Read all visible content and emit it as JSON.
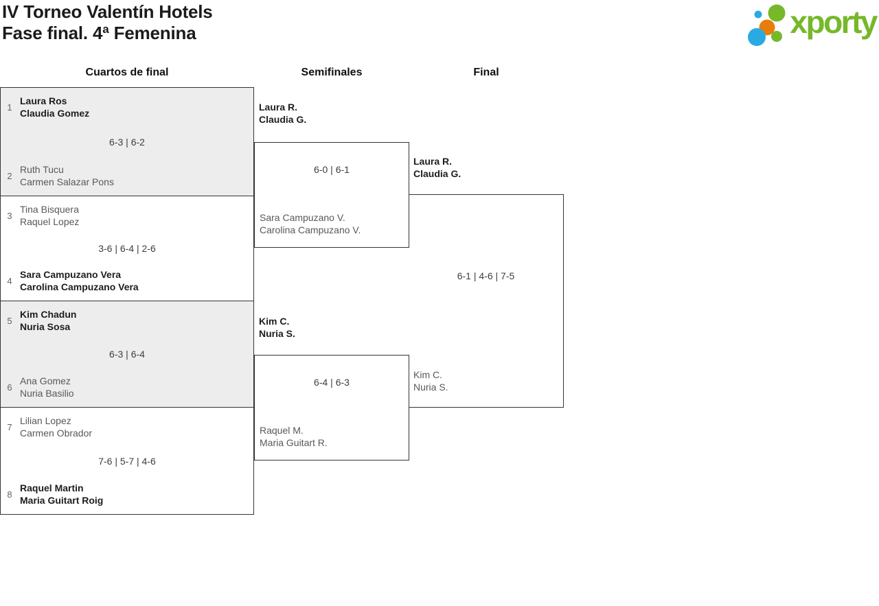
{
  "header": {
    "title_line1": "IV Torneo Valentín Hotels",
    "title_line2": "Fase final. 4ª Femenina",
    "logo_text": "xporty"
  },
  "colors": {
    "logo_green": "#76b82a",
    "logo_blue": "#29abe2",
    "logo_orange": "#e87d0d",
    "box_shaded_fill": "#ededed",
    "box_border": "#333333",
    "winner_text": "#1d1d1d",
    "loser_text": "#56585c"
  },
  "columns": [
    {
      "label": "Cuartos de final"
    },
    {
      "label": "Semifinales"
    },
    {
      "label": "Final"
    }
  ],
  "quarterfinals": [
    {
      "seed_top": "1",
      "top_line1": "Laura Ros",
      "top_line2": "Claudia Gomez",
      "top_is_winner": true,
      "score": "6-3 | 6-2",
      "seed_bottom": "2",
      "bottom_line1": "Ruth Tucu",
      "bottom_line2": "Carmen Salazar Pons",
      "bottom_is_winner": false
    },
    {
      "seed_top": "3",
      "top_line1": "Tina Bisquera",
      "top_line2": "Raquel Lopez",
      "top_is_winner": false,
      "score": "3-6 | 6-4 | 2-6",
      "seed_bottom": "4",
      "bottom_line1": "Sara Campuzano Vera",
      "bottom_line2": "Carolina Campuzano Vera",
      "bottom_is_winner": true
    },
    {
      "seed_top": "5",
      "top_line1": "Kim Chadun",
      "top_line2": "Nuria Sosa",
      "top_is_winner": true,
      "score": "6-3 | 6-4",
      "seed_bottom": "6",
      "bottom_line1": "Ana Gomez",
      "bottom_line2": "Nuria Basilio",
      "bottom_is_winner": false
    },
    {
      "seed_top": "7",
      "top_line1": "Lilian Lopez",
      "top_line2": "Carmen Obrador",
      "top_is_winner": false,
      "score": "7-6 | 5-7 | 4-6",
      "seed_bottom": "8",
      "bottom_line1": "Raquel Martin",
      "bottom_line2": "Maria Guitart Roig",
      "bottom_is_winner": true
    }
  ],
  "semifinals": [
    {
      "winner_line1": "Laura R.",
      "winner_line2": "Claudia G.",
      "score": "6-0 | 6-1",
      "loser_line1": "Sara Campuzano V.",
      "loser_line2": "Carolina Campuzano V."
    },
    {
      "winner_line1": "Kim C.",
      "winner_line2": "Nuria S.",
      "score": "6-4 | 6-3",
      "loser_line1": "Raquel M.",
      "loser_line2": "Maria Guitart R."
    }
  ],
  "final": {
    "winner_line1": "Laura R.",
    "winner_line2": "Claudia G.",
    "score": "6-1 | 4-6 | 7-5",
    "loser_line1": "Kim C.",
    "loser_line2": "Nuria S."
  }
}
